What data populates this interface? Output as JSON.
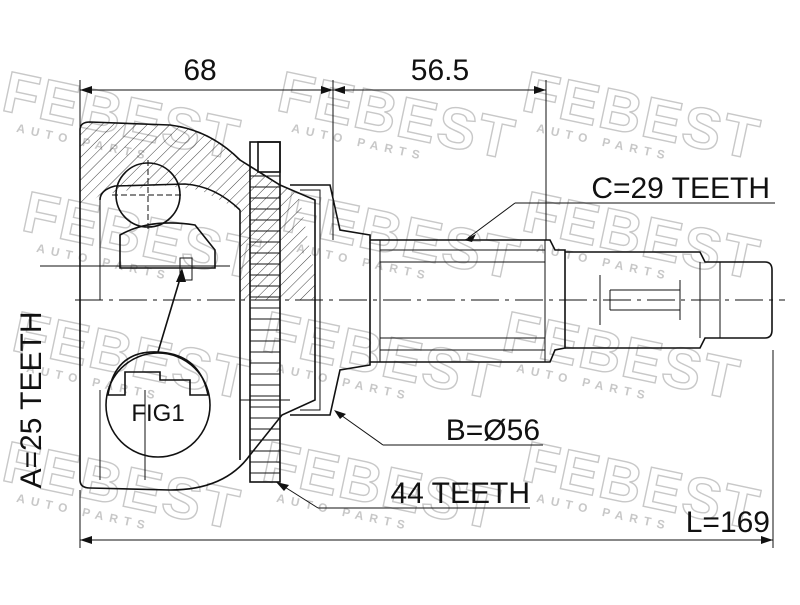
{
  "watermark": {
    "brand": "FEBEST",
    "subtitle": "AUTO PARTS"
  },
  "dimensions": {
    "width_left": "68",
    "width_right": "56.5",
    "total_length": "L=169",
    "spline_c": "C=29 TEETH",
    "diameter_b": "B=Ø56",
    "abs_ring": "44 TEETH",
    "spline_a": "A=25 TEETH"
  },
  "callouts": {
    "fig1": "FIG1"
  },
  "colors": {
    "line": "#111111",
    "watermark": "#c8c8c8",
    "background": "#ffffff"
  }
}
